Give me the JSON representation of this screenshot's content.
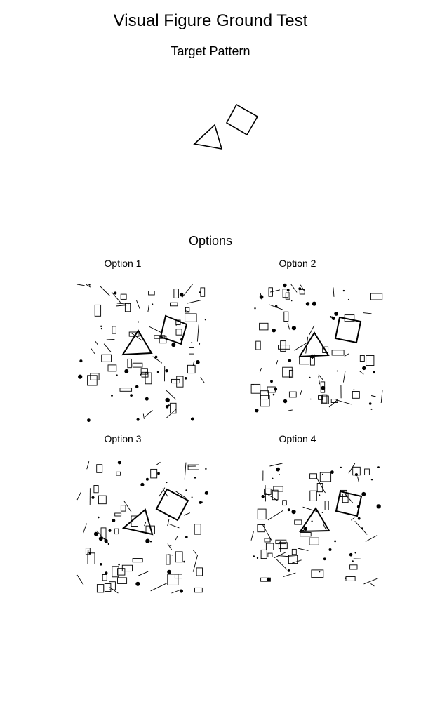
{
  "title": "Visual Figure Ground Test",
  "target_label": "Target Pattern",
  "options_label": "Options",
  "options": [
    {
      "label": "Option 1"
    },
    {
      "label": "Option 2"
    },
    {
      "label": "Option 3"
    },
    {
      "label": "Option 4"
    }
  ],
  "colors": {
    "ink": "#000000",
    "background": "#ffffff"
  }
}
